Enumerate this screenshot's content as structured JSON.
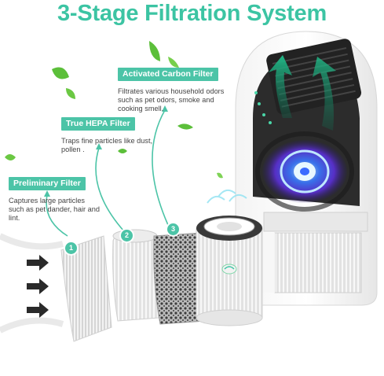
{
  "headline": "3-Stage Filtration System",
  "stages": [
    {
      "number": "1",
      "label": "Preliminary Filter",
      "description": "Captures large particles such as pet dander, hair and lint."
    },
    {
      "number": "2",
      "label": "True HEPA Filter",
      "description": "Traps fine particles like dust, pollen ."
    },
    {
      "number": "3",
      "label": "Activated Carbon Filter",
      "description": "Filtrates various household odors such as pet odors, smoke and cooking smell."
    }
  ],
  "colors": {
    "accent": "#4cc4a7",
    "headline": "#3cc4a3",
    "leaf": "#5cbf3a",
    "airflow": "#1ea37a",
    "fan_glow": "#3a6bff"
  },
  "icons": [
    "leaf-icon",
    "airflow-arrow-icon",
    "curved-arrow-icon"
  ]
}
